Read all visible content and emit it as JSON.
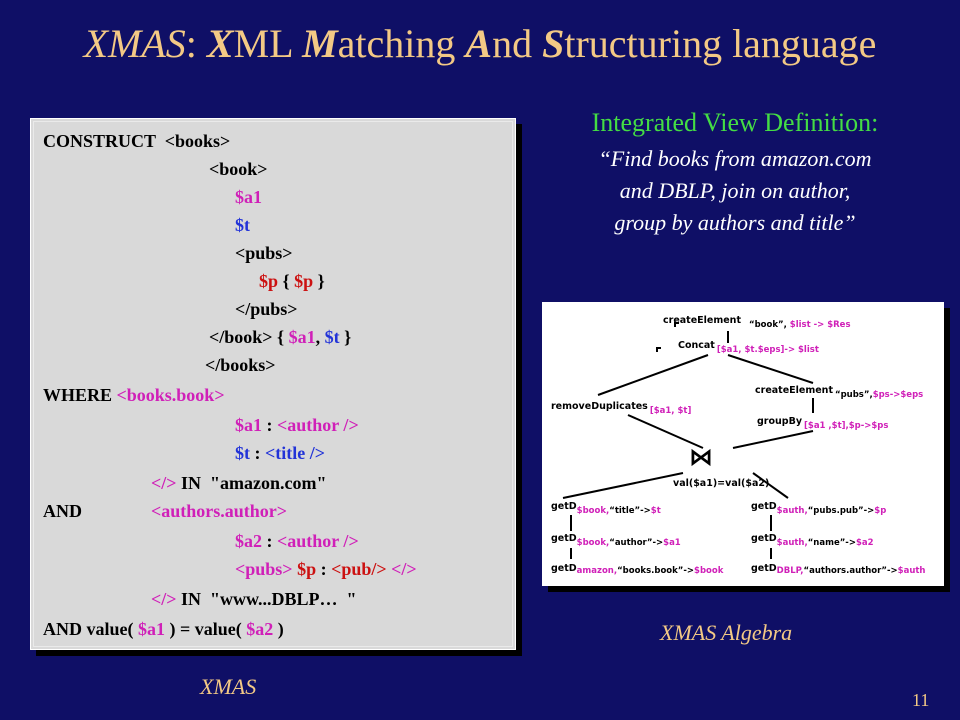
{
  "title": {
    "w1": "XMAS",
    "w2": ": ",
    "w3": "X",
    "w4": "ML ",
    "w5": "M",
    "w6": "atching ",
    "w7": "A",
    "w8": "nd ",
    "w9": "S",
    "w10": "tructuring language"
  },
  "code": {
    "l1": "CONSTRUCT  <books>",
    "l2": "<book>",
    "l3": "$a1",
    "l4": "$t",
    "l5": "<pubs>",
    "l6a": "$p",
    "l6b": " { ",
    "l6c": "$p",
    "l6d": " }",
    "l7": "</pubs>",
    "l8a": "</book> { ",
    "l8b": "$a1",
    "l8c": ", ",
    "l8d": "$t",
    "l8e": " }",
    "l9": "</books>",
    "l10a": "WHERE ",
    "l10b": "<books.book>",
    "l11a": "$a1",
    "l11b": " : ",
    "l11c": "<author />",
    "l12a": "$t",
    "l12b": " : ",
    "l12c": "<title />",
    "l13a": "</>",
    "l13b": " IN  \"amazon.com\"",
    "l14a": "AND",
    "l14b": "<authors.author>",
    "l15a": "$a2",
    "l15b": " : ",
    "l15c": "<author />",
    "l16a": "<pubs>",
    "l16b": " $p",
    "l16c": " : ",
    "l16d": "<pub/>",
    "l16e": " </>",
    "l17a": "</>",
    "l17b": " IN  \"www...DBLP…  \"",
    "l18a": "AND value( ",
    "l18b": "$a1",
    "l18c": " ) = value( ",
    "l18d": "$a2",
    "l18e": " )"
  },
  "ivd": {
    "heading": "Integrated View Definition:",
    "q1": "“Find books from amazon.com",
    "q2": "and DBLP, join on author,",
    "q3": "group by authors and title”"
  },
  "algebra": {
    "ce1a": "createElement",
    "ce1b": "“book”, ",
    "ce1c": "$list -> $Res",
    "concat": "Concat",
    "concat_args": "[$a1, $t.$eps]-> $list",
    "rd": "removeDuplicates",
    "rd_args": "[$a1,  $t]",
    "ce2a": "createElement",
    "ce2b": "“pubs”,",
    "ce2c": "$ps->$eps",
    "gb": "groupBy",
    "gb_args": "[$a1 ,$t],$p->$ps",
    "join_sym": "⋈",
    "val": "val($a1)=val($a2)",
    "g1": "getD",
    "g1a": "$book,",
    "g1b": "“title”->",
    "g1c": "$t",
    "g2": "getD",
    "g2a": "$book,",
    "g2b": "“author”->",
    "g2c": "$a1",
    "g3": "getD",
    "g3a": "amazon,",
    "g3b": "“books.book”->",
    "g3c": "$book",
    "g4": "getD",
    "g4a": "$auth,",
    "g4b": "“pubs.pub”->",
    "g4c": "$p",
    "g5": "getD",
    "g5a": "$auth,",
    "g5b": "“name”->",
    "g5c": "$a2",
    "g6": "getD",
    "g6a": "DBLP,",
    "g6b": "“authors.author”->",
    "g6c": "$auth"
  },
  "captions": {
    "xmas": "XMAS",
    "algebra": "XMAS Algebra"
  },
  "page_number": "11",
  "colors": {
    "background": "#0f0f66",
    "title": "#f3c985",
    "heading": "#44dd44",
    "var_a": "#d020b8",
    "var_t": "#2233d8",
    "var_p": "#cc1111"
  }
}
